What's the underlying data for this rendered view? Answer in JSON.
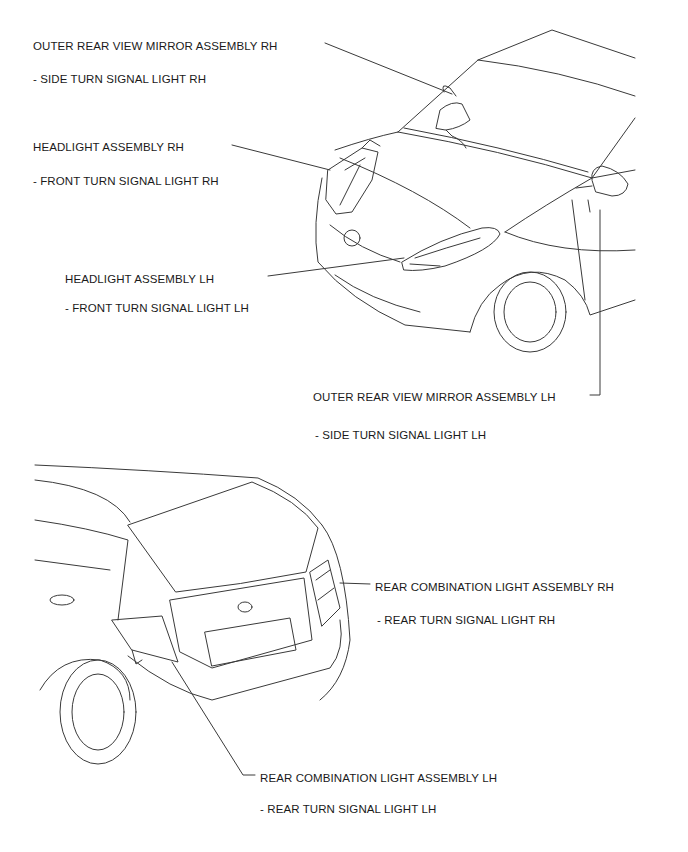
{
  "diagram": {
    "labels": [
      "OUTER REAR VIEW MIRROR ASSEMBLY RH",
      "- SIDE TURN SIGNAL LIGHT RH",
      "HEADLIGHT ASSEMBLY RH",
      "- FRONT TURN SIGNAL LIGHT RH",
      "HEADLIGHT ASSEMBLY LH",
      "- FRONT TURN SIGNAL LIGHT LH",
      "OUTER REAR VIEW MIRROR ASSEMBLY LH",
      "- SIDE TURN SIGNAL LIGHT LH",
      "REAR COMBINATION LIGHT ASSEMBLY RH",
      "- REAR TURN SIGNAL LIGHT RH",
      "REAR COMBINATION LIGHT ASSEMBLY LH",
      "- REAR TURN SIGNAL LIGHT LH"
    ]
  }
}
